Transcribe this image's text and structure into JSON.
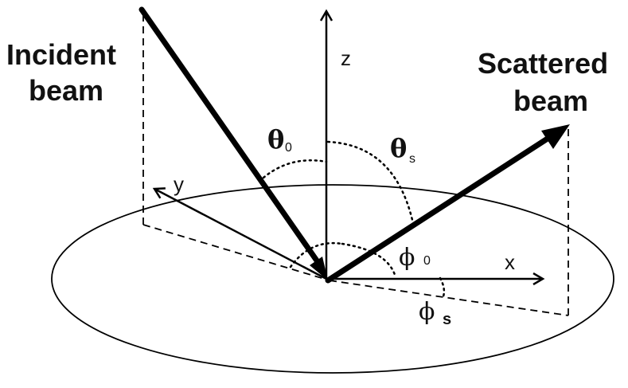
{
  "labels": {
    "incident_beam_line1": "Incident",
    "incident_beam_line2": "beam",
    "scattered_beam_line1": "Scattered",
    "scattered_beam_line2": "beam",
    "axis_x": "x",
    "axis_y": "y",
    "axis_z": "z",
    "theta_symbol": "θ",
    "theta_0_sub": "0",
    "theta_s_sub": "s",
    "phi_symbol": "ϕ",
    "phi_0_sub": "0",
    "phi_s_sub": "s"
  }
}
